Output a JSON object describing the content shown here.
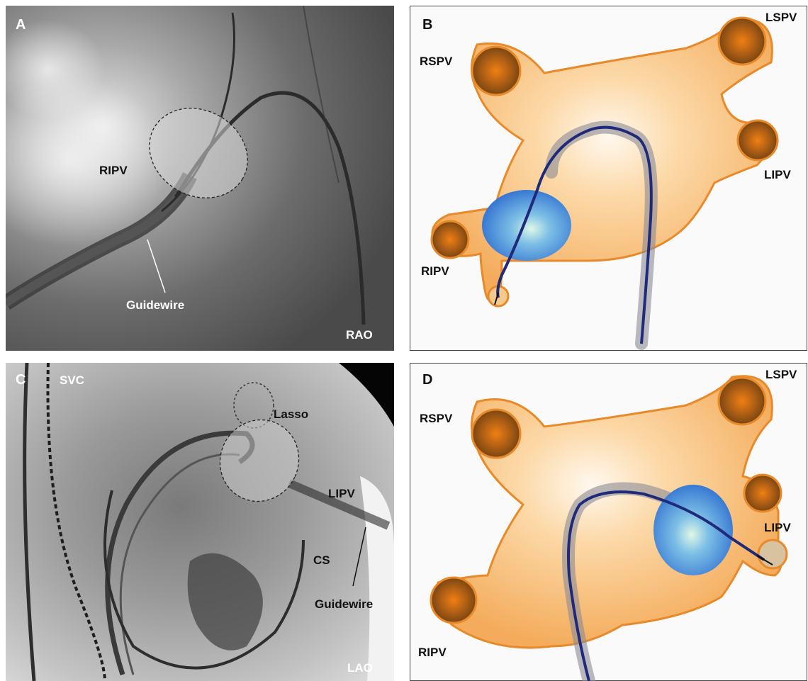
{
  "panels": {
    "a": {
      "letter": "A",
      "rip_label": "RIPV",
      "guidewire_label": "Guidewire",
      "view_label": "RAO"
    },
    "b": {
      "letter": "B",
      "rspv": "RSPV",
      "lspv": "LSPV",
      "lipv": "LIPV",
      "ripv": "RIPV"
    },
    "c": {
      "letter": "C",
      "svc": "SVC",
      "lasso": "Lasso",
      "lipv": "LIPV",
      "cs": "CS",
      "guidewire_label": "Guidewire",
      "view_label": "LAO"
    },
    "d": {
      "letter": "D",
      "rspv": "RSPV",
      "lspv": "LSPV",
      "lipv": "LIPV",
      "ripv": "RIPV"
    }
  },
  "colors": {
    "atrium_fill": "#f8c27e",
    "atrium_stroke": "#e8892a",
    "vein_fill": "#9a5a17",
    "balloon": "#4f8fdc",
    "catheter": "#1f2a7a"
  },
  "icons": [
    "fluoroscopy-image",
    "atrium-diagram",
    "balloon-catheter",
    "guidewire"
  ]
}
